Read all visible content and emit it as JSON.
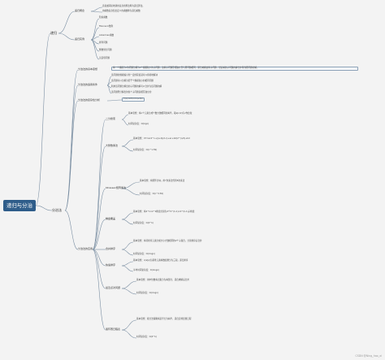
{
  "root": "递归与分治",
  "branch_recursion": {
    "label": "递归",
    "sub1": "递归概念",
    "sub1_lines": [
      "直接或间接地调用自身的算法称为递归算法。",
      "用函数自身给出定义的函数称为递归函数"
    ],
    "sub2": "递归实例",
    "sub2_items": [
      "阶乘函数",
      "Fibonacci数列",
      "Ackerman函数",
      "排列问题",
      "整数划分问题",
      "汉诺塔问题"
    ]
  },
  "branch_dc": {
    "label": "分治法",
    "basic_idea_title": "分治法的基本思想",
    "basic_idea": "将一个规模为n的问题分解为k个规模较小的子问题，这些子问题互相独立且与原问题相同。递归地解这些子问题，然后将各子问题的解合并得到原问题的解。",
    "features_title": "分治法的适用条件",
    "features": [
      "该问题的规模缩小到一定的程度就可以容易地解决",
      "该问题可以分解为若干个规模较小的相同问题",
      "利用该问题分解出的子问题的解可以合并为该问题的解",
      "该问题所分解出的各个子问题是相互独立的"
    ],
    "complexity_title": "分治法的复杂性分析",
    "complexity": "T(n)=kT(n/m)+f(n)",
    "examples_title": "分治法的应用",
    "examples": [
      {
        "name": "二分搜索",
        "detail": "基本思想：将n个元素分成个数大致相同的两半，取a[n/2]与x作比较",
        "extra": "时间复杂度：O(logn)"
      },
      {
        "name": "大整数乘法",
        "detail": "基本思想：XY=ac2^n+((a-b)(d-c)+ac+bd)2^(n/2)+bd",
        "extra": "时间复杂度：O(n^1.59)"
      },
      {
        "name": "Strassen矩阵乘法",
        "detail": "基本思想：将矩阵分块，用7次乘法代替8次乘法",
        "extra": "时间复杂度：O(n^2.81)"
      },
      {
        "name": "棋盘覆盖",
        "detail": "基本思想：将2^k×2^k棋盘分割为4个2^(k-1)×2^(k-1)子棋盘",
        "extra": "时间复杂度：O(4^k)"
      },
      {
        "name": "合并排序",
        "detail": "基本思想：将待排序元素分成大小大致相同的2个子集合，分别排序后合并",
        "extra": "时间复杂度：O(nlogn)"
      },
      {
        "name": "快速排序",
        "detail": "基本思想：以a[p]为基准元素将数组划分为三段，递归排序",
        "extra": "平均时间复杂度：O(nlogn)"
      },
      {
        "name": "最近点对问题",
        "detail": "基本思想：用中位数将点集分为两部分，递归求解后合并",
        "extra": "时间复杂度：O(nlogn)"
      },
      {
        "name": "循环赛日程表",
        "detail": "基本思想：按分治策略将选手分为两半，递归安排比赛日程",
        "extra": "时间复杂度：O(4^k)"
      }
    ]
  },
  "watermark": "CSDN @Ning_hao_xi"
}
